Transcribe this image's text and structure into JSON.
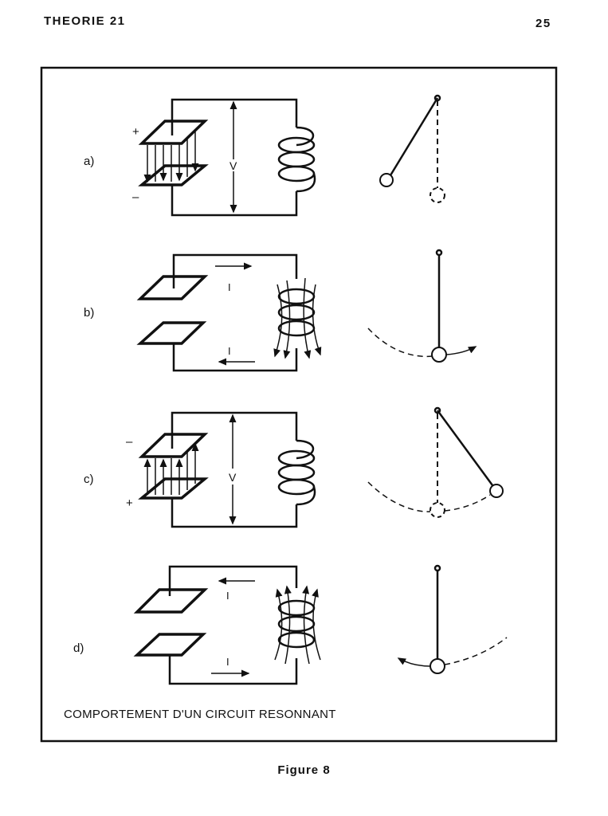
{
  "header": {
    "running_title": "THEORIE 21",
    "page_number": "25"
  },
  "figure": {
    "rows": [
      {
        "label": "a)",
        "charge_top": "+",
        "charge_bottom": "–",
        "quantity": "V"
      },
      {
        "label": "b)",
        "quantity": "I"
      },
      {
        "label": "c)",
        "charge_top": "–",
        "charge_bottom": "+",
        "quantity": "V"
      },
      {
        "label": "d)",
        "quantity": "I"
      }
    ],
    "caption": "COMPORTEMENT D'UN CIRCUIT RESONNANT",
    "figure_label": "Figure 8"
  }
}
